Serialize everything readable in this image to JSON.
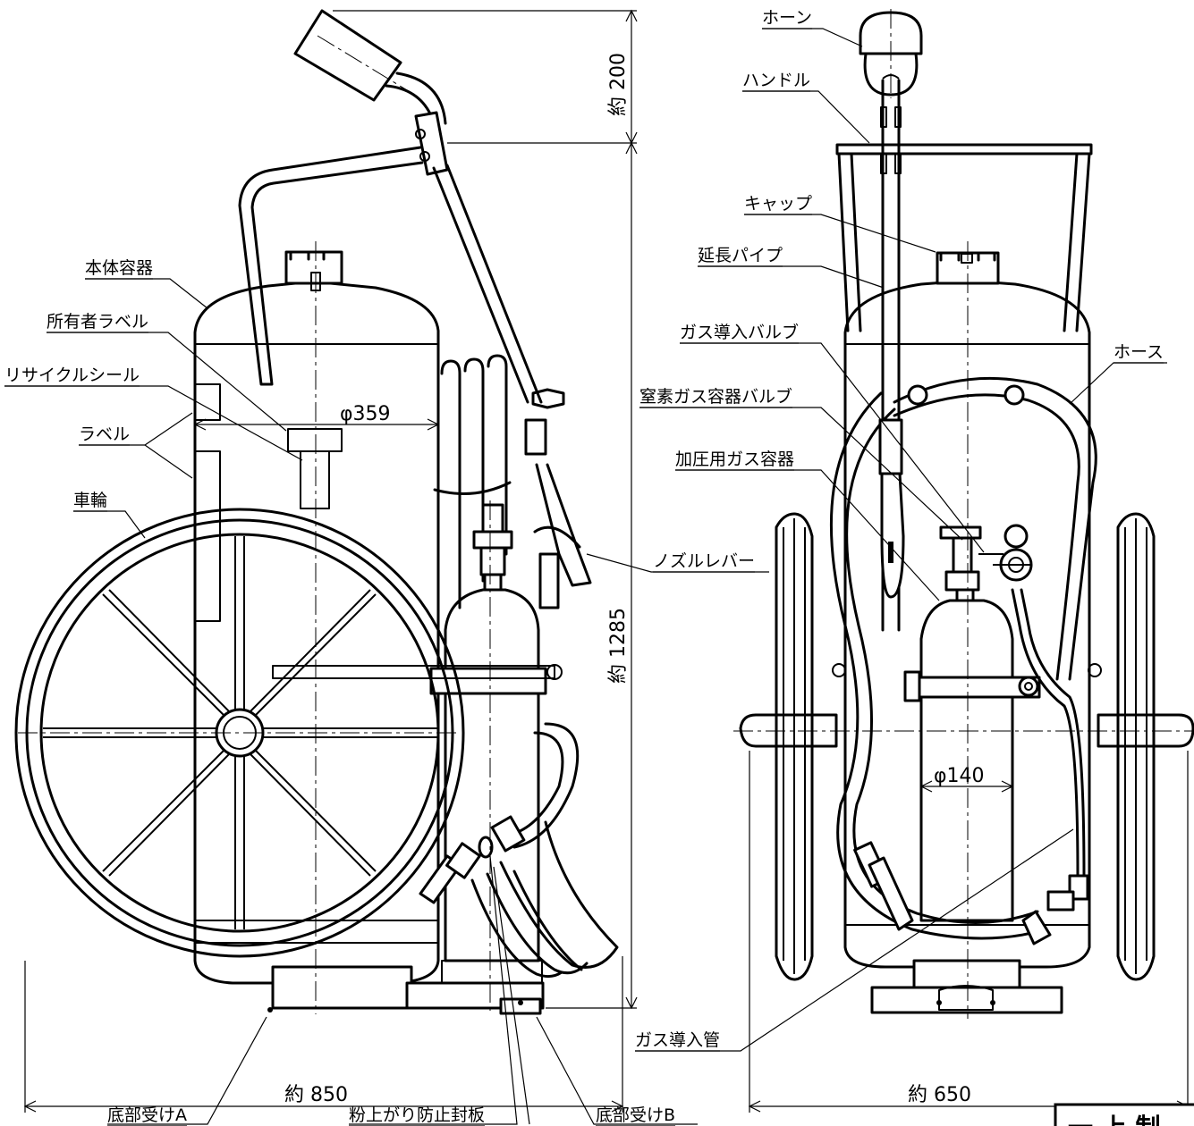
{
  "side_view": {
    "labels": {
      "main_container": "本体容器",
      "owner_label": "所有者ラベル",
      "recycle_seal": "リサイクルシール",
      "label": "ラベル",
      "wheel": "車輪",
      "nozzle_lever": "ノズルレバー",
      "bottom_support_a": "底部受けA",
      "powder_seal_plate": "粉上がり防止封板",
      "bottom_support_b": "底部受けB"
    },
    "dimensions": {
      "horn_height": "約 200",
      "total_height": "約 1285",
      "body_diameter": "φ359",
      "total_depth": "約 850"
    }
  },
  "front_view": {
    "labels": {
      "horn": "ホーン",
      "handle": "ハンドル",
      "cap": "キャップ",
      "extension_pipe": "延長パイプ",
      "gas_inlet_valve": "ガス導入バルブ",
      "hose": "ホース",
      "nitrogen_valve": "窒素ガス容器バルブ",
      "pressure_gas_container": "加圧用ガス容器",
      "gas_inlet_tube": "ガス導入管"
    },
    "dimensions": {
      "cylinder_diameter": "φ140",
      "total_width": "約 650"
    }
  },
  "stamp": {
    "text": "一 上 制"
  }
}
